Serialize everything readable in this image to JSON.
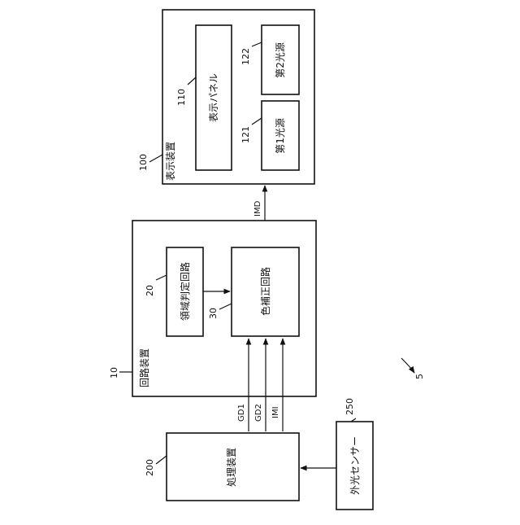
{
  "blocks": {
    "display": {
      "label": "表示装置",
      "ref": "100"
    },
    "panel": {
      "label": "表示パネル",
      "ref": "110"
    },
    "light1": {
      "label": "第1光源",
      "ref": "121"
    },
    "light2": {
      "label": "第2光源",
      "ref": "122"
    },
    "circuit": {
      "label": "回路装置",
      "ref": "10"
    },
    "area_judge": {
      "label": "領域判定回路",
      "ref": "20"
    },
    "color_correct": {
      "label": "色補正回路",
      "ref": "30"
    },
    "processor": {
      "label": "処理装置",
      "ref": "200"
    },
    "sensor": {
      "label": "外光センサー",
      "ref": "250"
    }
  },
  "signals": {
    "imd": "IMD",
    "gd1": "GD1",
    "gd2": "GD2",
    "imi": "IMI"
  },
  "figure_ref": "5"
}
